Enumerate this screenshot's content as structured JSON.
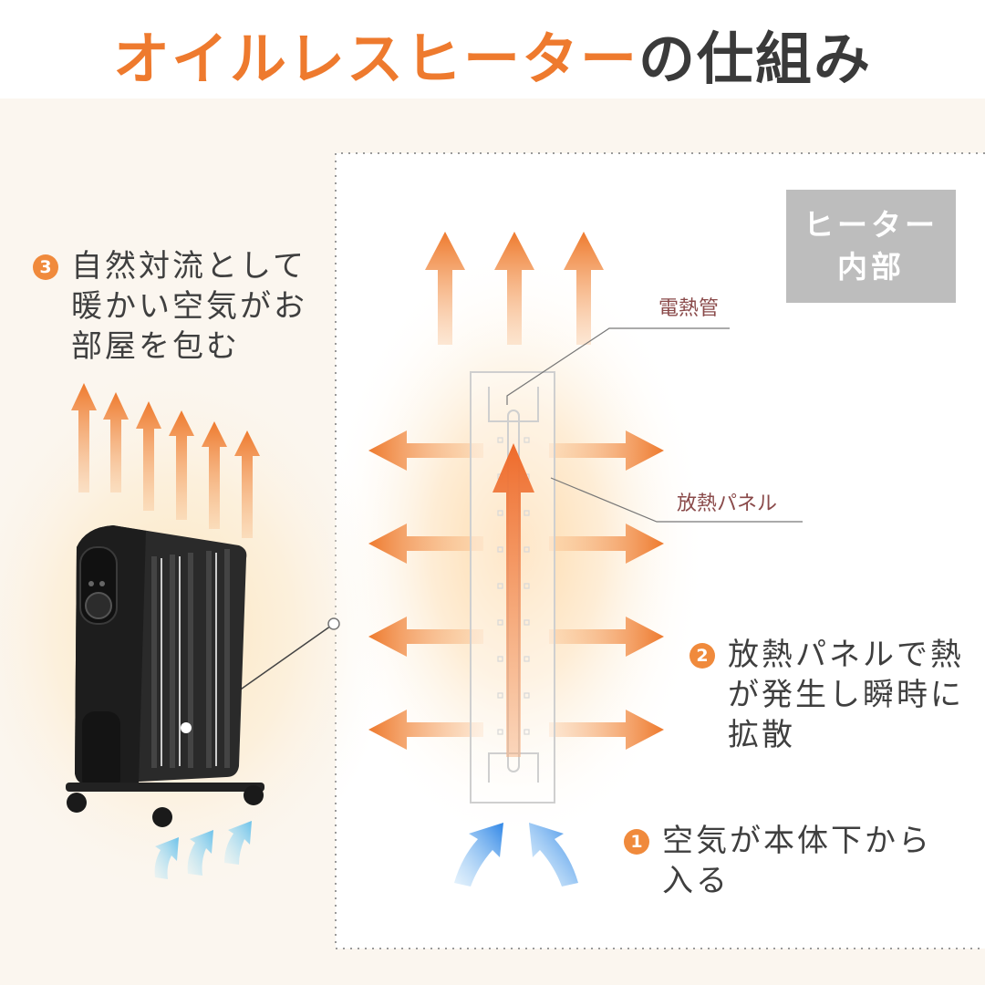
{
  "title": {
    "highlight": "オイルレスヒーター",
    "rest": "の仕組み"
  },
  "inside_label": {
    "line1": "ヒーター",
    "line2": "内部"
  },
  "labels": {
    "heating_tube": "電熱管",
    "radiator_panel": "放熱パネル"
  },
  "steps": [
    {
      "number": "1",
      "lines": [
        "空気が本体下から",
        "入る"
      ]
    },
    {
      "number": "2",
      "lines": [
        "放熱パネルで熱",
        "が発生し瞬時に",
        "拡散"
      ]
    },
    {
      "number": "3",
      "lines": [
        "自然対流として",
        "暖かい空気がお",
        "部屋を包む"
      ]
    }
  ],
  "colors": {
    "accent": "#ee7a2e",
    "arrow_blue": "#3a8ee8",
    "arrow_lightblue": "#7cc8ee",
    "label": "#8a4a4a",
    "badge_bg": "#bdbdbd"
  },
  "icons": [
    "oil-less-heater-illustration",
    "hot-air-arrow",
    "cold-air-arrow"
  ]
}
